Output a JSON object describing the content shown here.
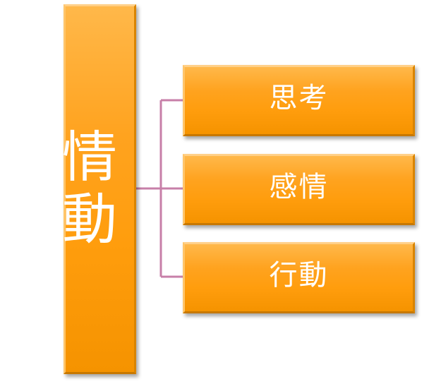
{
  "diagram": {
    "root": {
      "label": "情動"
    },
    "children": [
      {
        "label": "思考"
      },
      {
        "label": "感情"
      },
      {
        "label": "行動"
      }
    ],
    "colors": {
      "box_fill": "#ff9d0d",
      "box_highlight": "#ffd089",
      "connector": "#c77fa8",
      "text": "#ffffff"
    }
  }
}
